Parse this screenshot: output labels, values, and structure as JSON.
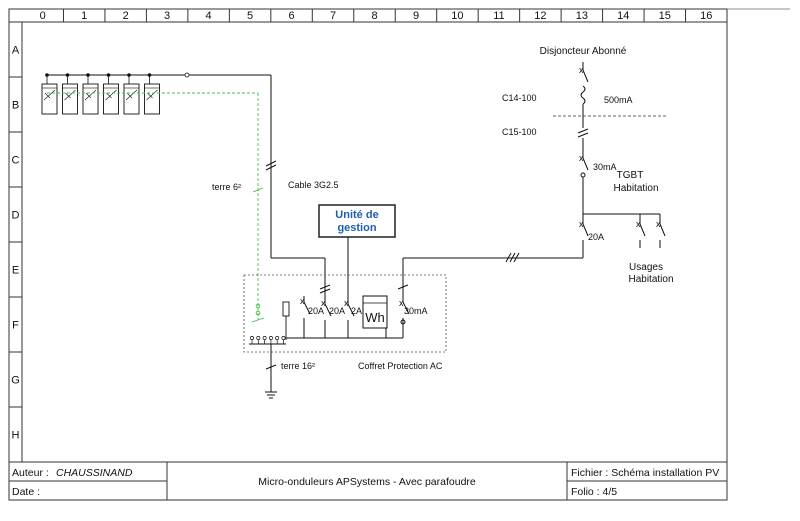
{
  "columns": [
    "0",
    "1",
    "2",
    "3",
    "4",
    "5",
    "6",
    "7",
    "8",
    "9",
    "10",
    "11",
    "12",
    "13",
    "14",
    "15",
    "16"
  ],
  "rows": [
    "A",
    "B",
    "C",
    "D",
    "E",
    "F",
    "G",
    "H"
  ],
  "labels": {
    "disjoncteur": "Disjoncteur Abonné",
    "c14": "C14-100",
    "ma500": "500mA",
    "c15": "C15-100",
    "ma30_tgbt": "30mA",
    "tgbt": "TGBT",
    "habitation": "Habitation",
    "a20_right": "20A",
    "usages": "Usages",
    "usages_hab": "Habitation",
    "terre6": "terre 6²",
    "cable": "Cable 3G2.5",
    "gestion1": "Unité de",
    "gestion2": "gestion",
    "a20_1": "20A",
    "a20_2": "20A",
    "a2": "2A",
    "wh": "Wh",
    "ma30_box": "30mA",
    "terre16": "terre 16²",
    "coffret": "Coffret Protection AC"
  },
  "title_block": {
    "author_label": "Auteur :",
    "author_value": "CHAUSSINAND",
    "date_label": "Date :",
    "title": "Micro-onduleurs APSystems - Avec parafoudre",
    "file": "Fichier : Schéma installation PV",
    "folio": "Folio : 4/5"
  },
  "colors": {
    "frame": "#333333",
    "earth": "#44c24a",
    "accent_text": "#1f5fb0"
  }
}
